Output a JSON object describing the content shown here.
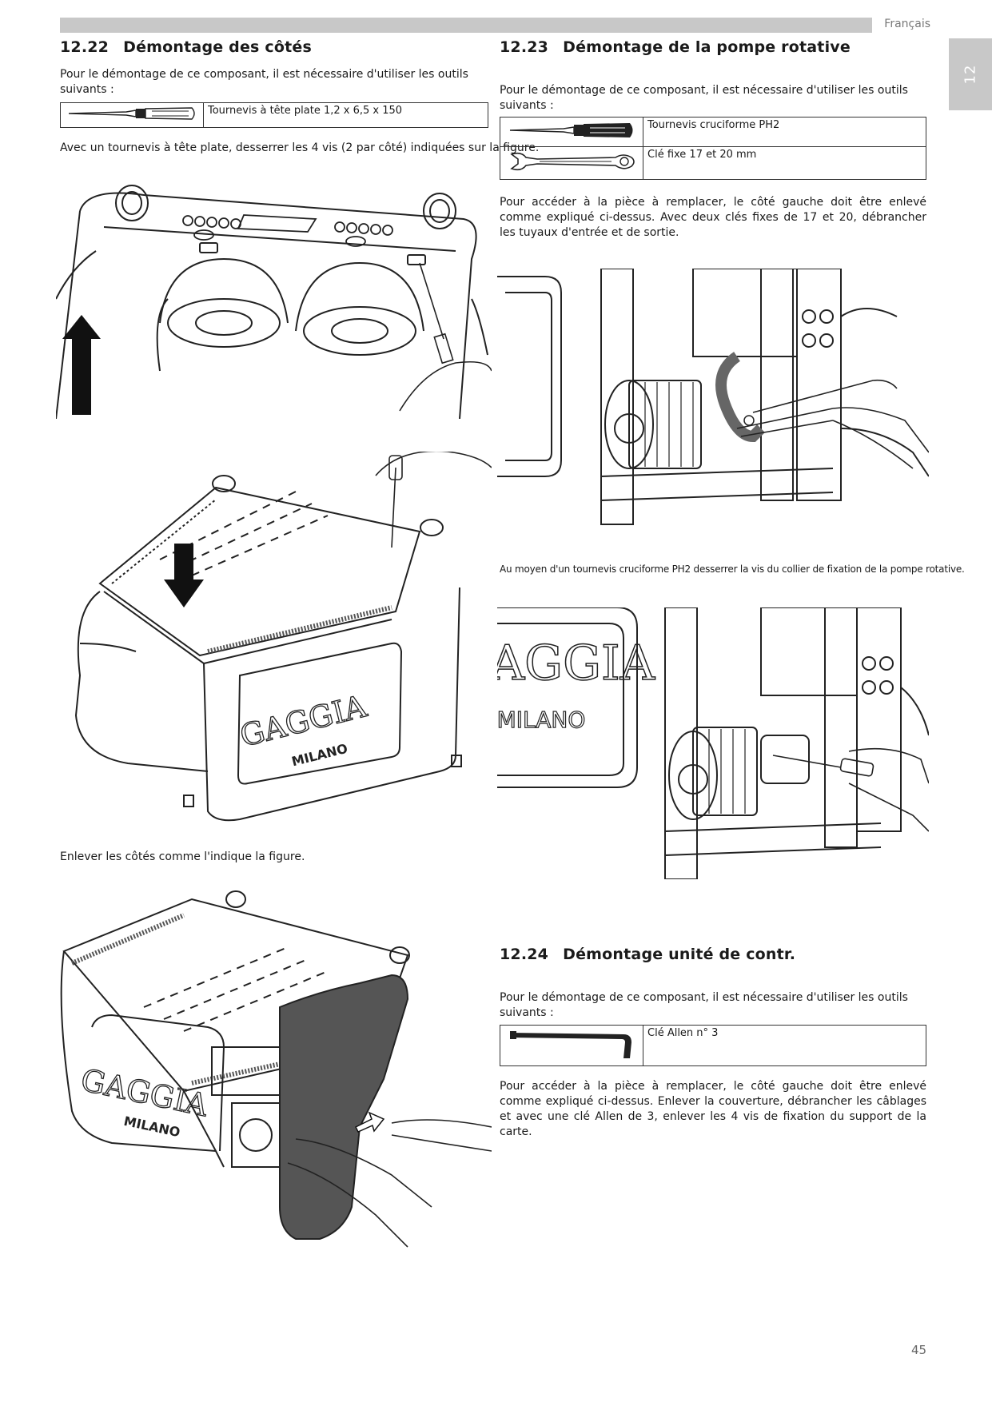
{
  "header": {
    "language": "Français",
    "chapter": "12"
  },
  "left": {
    "s1222": {
      "number": "12.22",
      "title": "Démontage des côtés",
      "intro": "Pour le démontage de ce composant, il est nécessaire d'utiliser les outils suivants :",
      "tools": [
        "Tournevis à tête plate 1,2 x 6,5 x 150"
      ],
      "instruction": "Avec un tournevis à tête plate, desserrer les 4 vis (2 par côté) indiquées sur la figure.",
      "instruction2": "Enlever les côtés comme l'indique la figure."
    },
    "brand": {
      "name": "GAGGIA",
      "sub": "MILANO"
    }
  },
  "right": {
    "s1223": {
      "number": "12.23",
      "title": "Démontage de la pompe rotative",
      "intro": "Pour le démontage de ce composant, il est nécessaire d'utiliser les outils suivants :",
      "tools": [
        "Tournevis cruciforme PH2",
        "Clé fixe 17 et 20 mm"
      ],
      "body": "Pour accéder à la pièce à remplacer, le côté gauche doit être enlevé comme expliqué ci-dessus. Avec deux clés fixes de 17 et 20, débrancher les tuyaux d'entrée et de sortie.",
      "caption": "Au moyen d'un tournevis cruciforme PH2 desserrer la vis du collier de fixation de la pompe rotative."
    },
    "s1224": {
      "number": "12.24",
      "title": "Démontage unité de contr.",
      "intro": "Pour le démontage de ce composant, il est nécessaire d'utiliser les outils suivants :",
      "tools": [
        "Clé Allen n° 3"
      ],
      "body": "Pour accéder à la pièce à remplacer, le côté gauche doit être enlevé comme expliqué ci-dessus. Enlever la couverture, débrancher les câblages et avec une clé Allen de 3, enlever les 4 vis de fixation du support de la carte."
    }
  },
  "footer": {
    "page_number": "45"
  }
}
